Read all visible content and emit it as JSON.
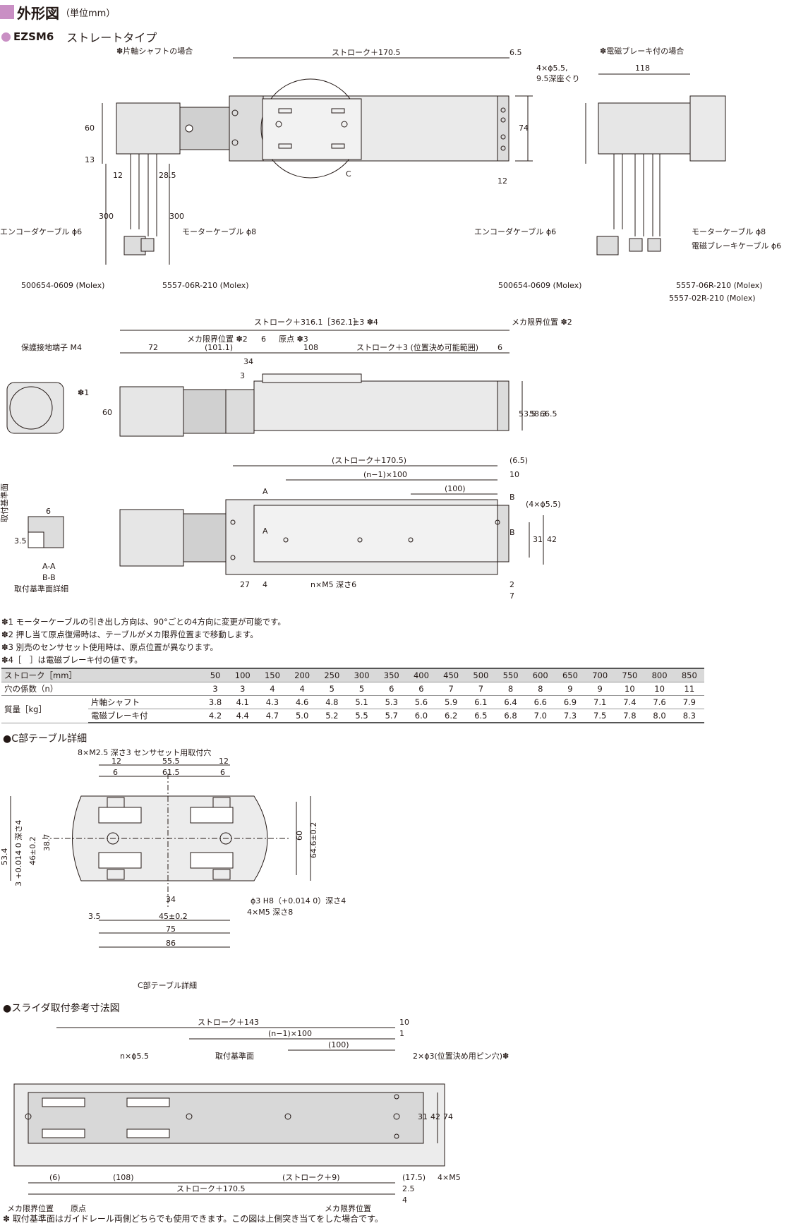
{
  "header": {
    "title": "外形図",
    "unit": "（単位mm）"
  },
  "model": {
    "name": "EZSM6",
    "type": "ストレートタイプ"
  },
  "views": {
    "single_shaft": "✽片軸シャフトの場合",
    "brake": "✽電磁ブレーキ付の場合"
  },
  "dims_top": {
    "stroke_170_5": "ストローク＋170.5",
    "d6_5": "6.5",
    "d4x5_5": "4×ϕ5.5,",
    "d9_5": "9.5深座ぐり",
    "d74": "74",
    "d60": "60",
    "d13": "13",
    "d12": "12",
    "d28_5": "28.5",
    "d300": "300",
    "c_label": "C",
    "d118": "118",
    "encoder_cable": "エンコーダケーブル ϕ6",
    "motor_cable": "モーターケーブル ϕ8",
    "brake_cable": "電磁ブレーキケーブル ϕ6",
    "conn1": "500654-0609 (Molex)",
    "conn2": "5557-06R-210 (Molex)",
    "conn3": "5557-02R-210 (Molex)"
  },
  "dims_side": {
    "stroke_316": "ストローク＋316.1［362.1］",
    "tol": "±3 ✽4",
    "mech_limit": "メカ限界位置 ✽2",
    "ground": "保護接地端子 M4",
    "d72": "72",
    "d101_1": "(101.1)",
    "d6": "6",
    "origin": "原点 ✽3",
    "d108": "108",
    "stroke_3": "ストローク＋3 (位置決め可能範囲)",
    "d34": "34",
    "d3": "3",
    "d53_5": "53.5",
    "d58_3": "58.3",
    "d66_5": "66.5",
    "star1": "✽1"
  },
  "dims_bottom": {
    "stroke_170_5p": "(ストローク＋170.5)",
    "d6_5p": "(6.5)",
    "n1x100": "(n−1)×100",
    "d10": "10",
    "d100p": "(100)",
    "a": "A",
    "b": "B",
    "d4x5_5p": "(4×ϕ5.5)",
    "d31": "31",
    "d42": "42",
    "d27": "27",
    "d4": "4",
    "nxm5": "n×M5 深さ6",
    "d2": "2",
    "d7": "7",
    "ref_face": "取付基準面",
    "d3_5": "3.5",
    "aa": "A-A",
    "bb": "B-B",
    "detail": "取付基準面詳細"
  },
  "notes": [
    "✽1 モーターケーブルの引き出し方向は、90°ごとの4方向に変更が可能です。",
    "✽2 押し当て原点復帰時は、テーブルがメカ限界位置まで移動します。",
    "✽3 別売のセンサセット使用時は、原点位置が異なります。",
    "✽4［　］は電磁ブレーキ付の値です。"
  ],
  "table": {
    "stroke_header": "ストローク［mm］",
    "strokes": [
      "50",
      "100",
      "150",
      "200",
      "250",
      "300",
      "350",
      "400",
      "450",
      "500",
      "550",
      "600",
      "650",
      "700",
      "750",
      "800",
      "850"
    ],
    "holes_label": "穴の係数（n）",
    "holes": [
      "3",
      "3",
      "4",
      "4",
      "5",
      "5",
      "6",
      "6",
      "7",
      "7",
      "8",
      "8",
      "9",
      "9",
      "10",
      "10",
      "11"
    ],
    "mass_label": "質量［kg］",
    "single_label": "片軸シャフト",
    "single": [
      "3.8",
      "4.1",
      "4.3",
      "4.6",
      "4.8",
      "5.1",
      "5.3",
      "5.6",
      "5.9",
      "6.1",
      "6.4",
      "6.6",
      "6.9",
      "7.1",
      "7.4",
      "7.6",
      "7.9"
    ],
    "brake_label": "電磁ブレーキ付",
    "brake": [
      "4.2",
      "4.4",
      "4.7",
      "5.0",
      "5.2",
      "5.5",
      "5.7",
      "6.0",
      "6.2",
      "6.5",
      "6.8",
      "7.0",
      "7.3",
      "7.5",
      "7.8",
      "8.0",
      "8.3"
    ]
  },
  "c_detail": {
    "title": "●C部テーブル詳細",
    "m2_5": "8×M2.5 深さ3 センサセット用取付穴",
    "d12": "12",
    "d55_5": "55.5",
    "d6": "6",
    "d61_5": "61.5",
    "d53_4": "53.4",
    "d3h": "3 +0.014 0 深さ4",
    "d46": "46±0.2",
    "d38_7": "38.7",
    "d60": "60",
    "d64_6": "64.6±0.2",
    "phi3": "ϕ3 H8（+0.014 0）深さ4",
    "m5": "4×M5 深さ8",
    "d34": "34",
    "d3_5": "3.5",
    "d45": "45±0.2",
    "d75": "75",
    "d86": "86",
    "caption": "C部テーブル詳細"
  },
  "slider": {
    "title": "●スライダ取付参考寸法図",
    "stroke_143": "ストローク＋143",
    "d10": "10",
    "n1x100": "(n−1)×100",
    "d1": "1",
    "d100p": "(100)",
    "nx5_5": "n×ϕ5.5",
    "ref": "取付基準面",
    "pin": "2×ϕ3(位置決め用ピン穴)✽",
    "d31": "31",
    "d42": "42",
    "d74": "74",
    "d6p": "(6)",
    "d108p": "(108)",
    "stroke9": "(ストローク＋9)",
    "d17_5": "(17.5)",
    "m5": "4×M5",
    "stroke170": "ストローク＋170.5",
    "d2_5": "2.5",
    "d4": "4",
    "mech": "メカ限界位置",
    "origin": "原点",
    "mech2": "メカ限界位置"
  },
  "footnote": "✽ 取付基準面はガイドレール両側どちらでも使用できます。この図は上側突き当てをした場合です。"
}
